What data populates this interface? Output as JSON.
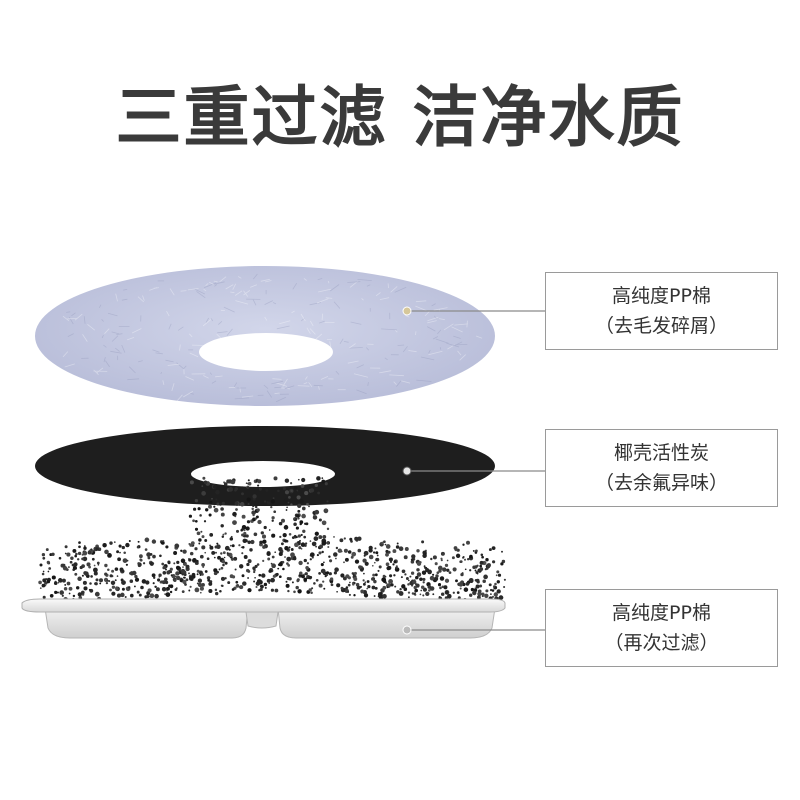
{
  "title": "三重过滤 洁净水质",
  "layers": [
    {
      "name_line": "高纯度PP棉",
      "desc_line": "（去毛发碎屑）",
      "color": "#c4c8e0"
    },
    {
      "name_line": "椰壳活性炭",
      "desc_line": "（去余氟异味）",
      "color": "#1e1e1e"
    },
    {
      "name_line": "高纯度PP棉",
      "desc_line": "（再次过滤）",
      "color": "#e6e6e6"
    }
  ],
  "colors": {
    "title": "#3a3a3a",
    "leader_line": "#8a8a8a",
    "box_border": "#9a9a9a"
  }
}
